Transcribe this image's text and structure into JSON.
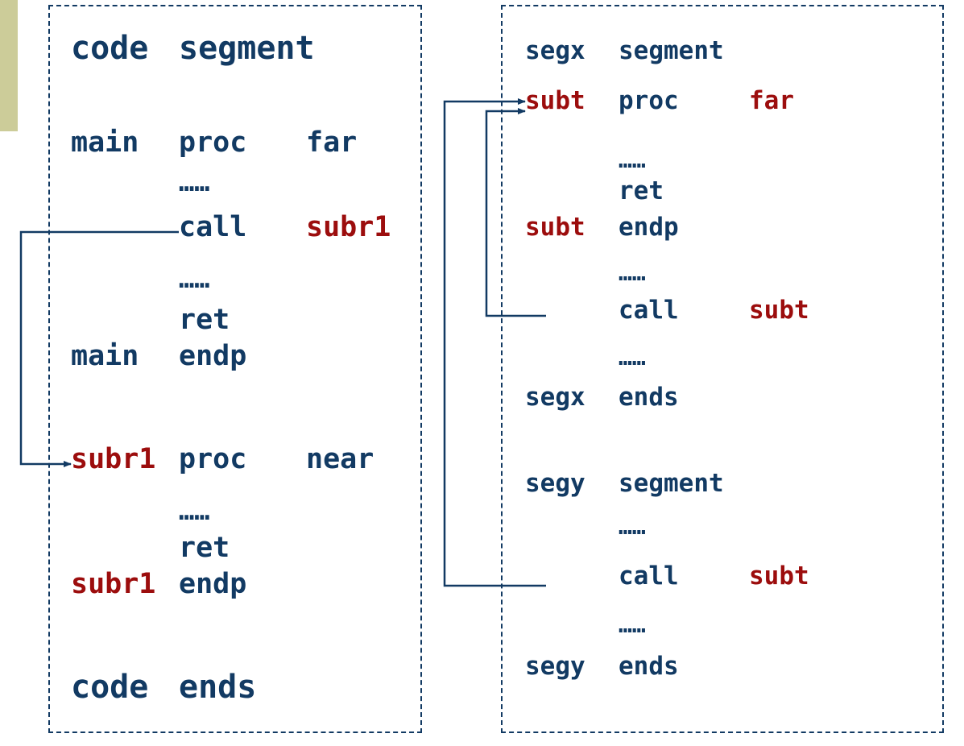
{
  "figure": {
    "type": "diagram",
    "description": "Assembly language procedure call diagram: near call within one code segment (left) versus far call across segments (right)",
    "accent_color": "#cccc99",
    "text_color_primary": "#123a63",
    "text_color_highlight": "#9c0d0d",
    "border_style": "dashed",
    "border_color": "#123a63",
    "ellipsis": "……"
  },
  "left_panel": {
    "name": "near-call-example",
    "lines": [
      {
        "id": "l0",
        "label": "code",
        "op": "segment",
        "arg": "",
        "label_color": "blue",
        "op_color": "blue",
        "arg_color": "blue",
        "big": true
      },
      {
        "id": "l1",
        "label": "main",
        "op": "proc",
        "arg": "far",
        "label_color": "blue",
        "op_color": "blue",
        "arg_color": "blue",
        "big": false
      },
      {
        "id": "l2",
        "label": "",
        "op": "……",
        "arg": "",
        "label_color": "blue",
        "op_color": "blue",
        "arg_color": "blue",
        "big": false
      },
      {
        "id": "l3",
        "label": "",
        "op": "call",
        "arg": "subr1",
        "label_color": "blue",
        "op_color": "blue",
        "arg_color": "red",
        "big": false
      },
      {
        "id": "l4",
        "label": "",
        "op": "……",
        "arg": "",
        "label_color": "blue",
        "op_color": "blue",
        "arg_color": "blue",
        "big": false
      },
      {
        "id": "l5",
        "label": "",
        "op": "ret",
        "arg": "",
        "label_color": "blue",
        "op_color": "blue",
        "arg_color": "blue",
        "big": false
      },
      {
        "id": "l6",
        "label": "main",
        "op": "endp",
        "arg": "",
        "label_color": "blue",
        "op_color": "blue",
        "arg_color": "blue",
        "big": false
      },
      {
        "id": "l7",
        "label": "subr1",
        "op": "proc",
        "arg": "near",
        "label_color": "red",
        "op_color": "blue",
        "arg_color": "blue",
        "big": false
      },
      {
        "id": "l8",
        "label": "",
        "op": "……",
        "arg": "",
        "label_color": "blue",
        "op_color": "blue",
        "arg_color": "blue",
        "big": false
      },
      {
        "id": "l9",
        "label": "",
        "op": "ret",
        "arg": "",
        "label_color": "blue",
        "op_color": "blue",
        "arg_color": "blue",
        "big": false
      },
      {
        "id": "l10",
        "label": "subr1",
        "op": "endp",
        "arg": "",
        "label_color": "red",
        "op_color": "blue",
        "arg_color": "blue",
        "big": false
      },
      {
        "id": "l11",
        "label": "code",
        "op": "ends",
        "arg": "",
        "label_color": "blue",
        "op_color": "blue",
        "arg_color": "blue",
        "big": true
      }
    ]
  },
  "right_panel": {
    "name": "far-call-example",
    "lines": [
      {
        "id": "r0",
        "label": "segx",
        "op": "segment",
        "arg": "",
        "label_color": "blue",
        "op_color": "blue",
        "arg_color": "blue"
      },
      {
        "id": "r1",
        "label": "subt",
        "op": "proc",
        "arg": "far",
        "label_color": "red",
        "op_color": "blue",
        "arg_color": "red"
      },
      {
        "id": "r2",
        "label": "",
        "op": "……",
        "arg": "",
        "label_color": "blue",
        "op_color": "blue",
        "arg_color": "blue"
      },
      {
        "id": "r3",
        "label": "",
        "op": "ret",
        "arg": "",
        "label_color": "blue",
        "op_color": "blue",
        "arg_color": "blue"
      },
      {
        "id": "r4",
        "label": "subt",
        "op": "endp",
        "arg": "",
        "label_color": "red",
        "op_color": "blue",
        "arg_color": "blue"
      },
      {
        "id": "r5",
        "label": "",
        "op": "……",
        "arg": "",
        "label_color": "blue",
        "op_color": "blue",
        "arg_color": "blue"
      },
      {
        "id": "r6",
        "label": "",
        "op": "call",
        "arg": "subt",
        "label_color": "blue",
        "op_color": "blue",
        "arg_color": "red"
      },
      {
        "id": "r7",
        "label": "",
        "op": "……",
        "arg": "",
        "label_color": "blue",
        "op_color": "blue",
        "arg_color": "blue"
      },
      {
        "id": "r8",
        "label": "segx",
        "op": "ends",
        "arg": "",
        "label_color": "blue",
        "op_color": "blue",
        "arg_color": "blue"
      },
      {
        "id": "r9",
        "label": "segy",
        "op": "segment",
        "arg": "",
        "label_color": "blue",
        "op_color": "blue",
        "arg_color": "blue"
      },
      {
        "id": "r10",
        "label": "",
        "op": "……",
        "arg": "",
        "label_color": "blue",
        "op_color": "blue",
        "arg_color": "blue"
      },
      {
        "id": "r11",
        "label": "",
        "op": "call",
        "arg": "subt",
        "label_color": "blue",
        "op_color": "blue",
        "arg_color": "red"
      },
      {
        "id": "r12",
        "label": "",
        "op": "……",
        "arg": "",
        "label_color": "blue",
        "op_color": "blue",
        "arg_color": "blue"
      },
      {
        "id": "r13",
        "label": "segy",
        "op": "ends",
        "arg": "",
        "label_color": "blue",
        "op_color": "blue",
        "arg_color": "blue"
      }
    ]
  },
  "connectors": [
    {
      "id": "c1",
      "name": "near-call-arrow",
      "from": "call subr1",
      "to": "subr1 proc near"
    },
    {
      "id": "c2",
      "name": "far-call-arrow-segx",
      "from": "call subt (segx)",
      "to": "subt proc far"
    },
    {
      "id": "c3",
      "name": "far-call-arrow-segy",
      "from": "call subt (segy)",
      "to": "subt proc far"
    }
  ]
}
